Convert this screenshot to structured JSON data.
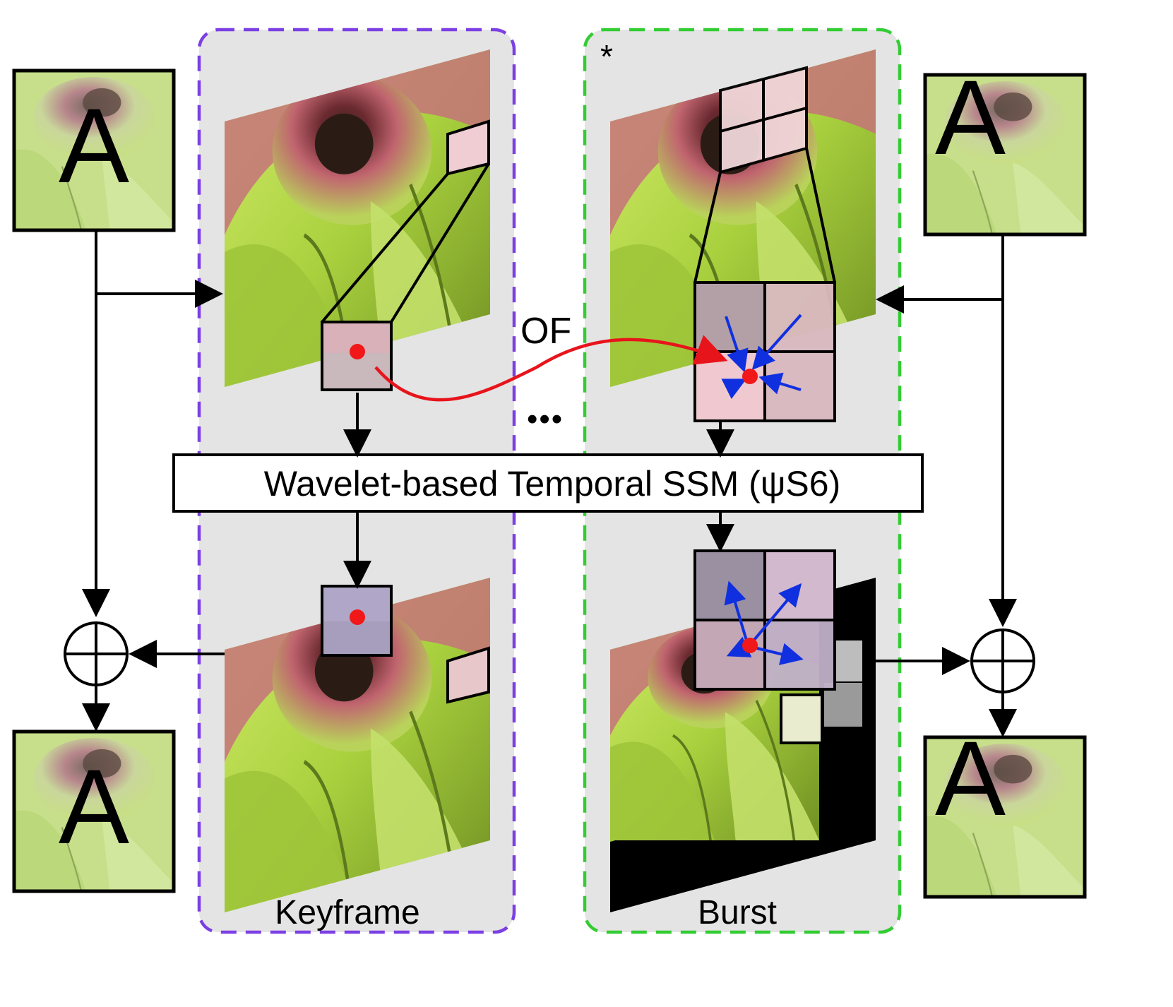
{
  "colors": {
    "keyframe_border": "#7b3fe4",
    "burst_border": "#33cc33",
    "panel_fill": "#e4e4e4",
    "arrow": "#000000",
    "flow_arrow": "#e8141c",
    "point": "#f01818",
    "vectors": "#1030e0",
    "leaf_green": "#b6d84a",
    "leaf_dark": "#5f7a1a",
    "petal": "#c9737c",
    "petal_dark": "#7a2f35"
  },
  "labels": {
    "input_left_letter": "A",
    "input_right_letter": "A",
    "output_left_letter": "A",
    "output_right_letter": "A",
    "ssm_block": "Wavelet-based Temporal SSM (ψS6)",
    "optical_flow": "OF",
    "ellipsis": "•••",
    "keyframe": "Keyframe",
    "burst": "Burst",
    "star": "*"
  },
  "icons": {
    "sum_left": "circle-plus-icon",
    "sum_right": "circle-plus-icon"
  }
}
